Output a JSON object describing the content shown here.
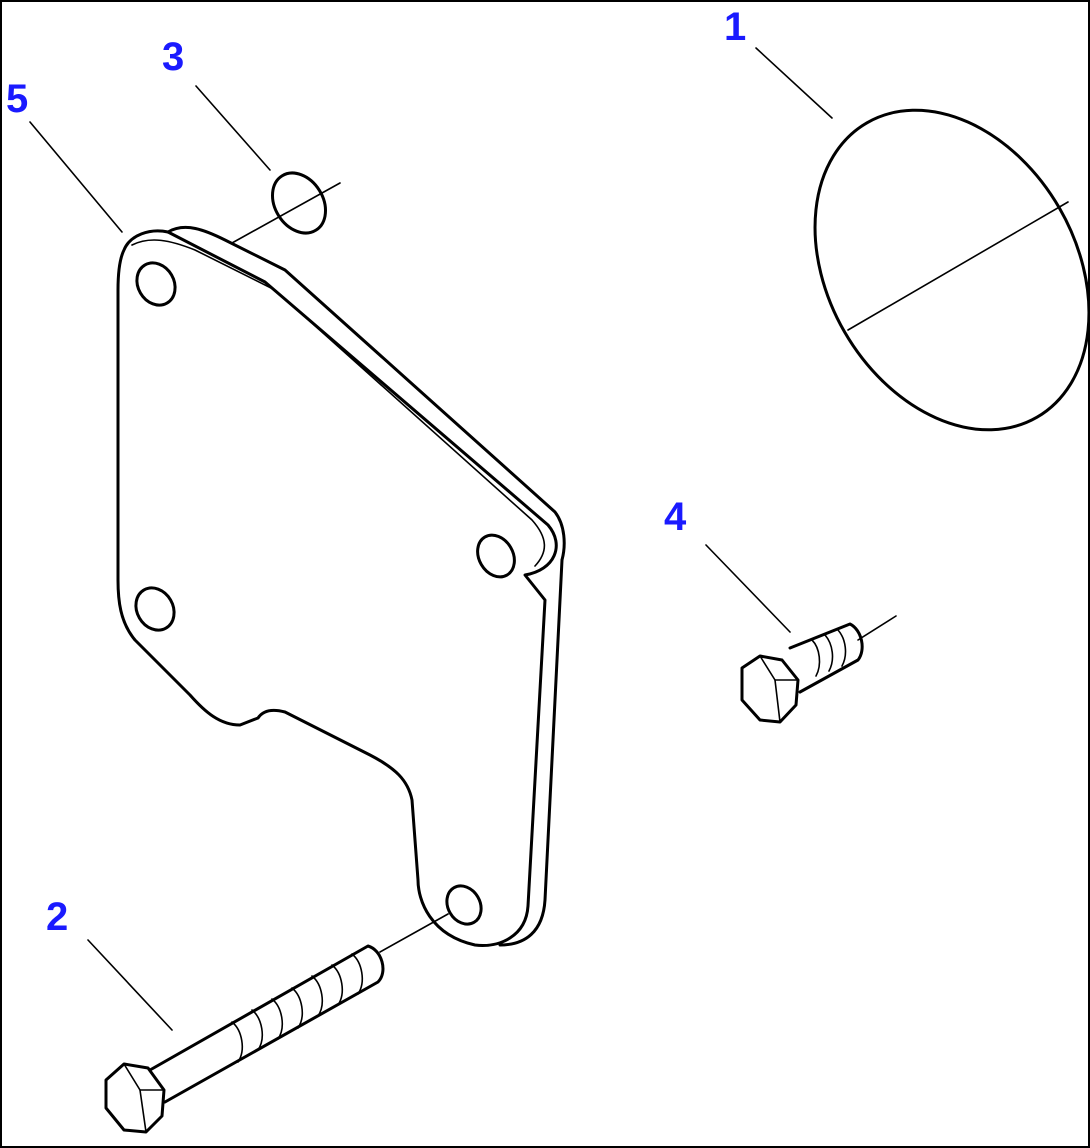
{
  "diagram": {
    "label_color": "#1a1aff",
    "line_color": "#000000",
    "background": "#ffffff",
    "parts": [
      {
        "id": "o-ring-large",
        "callout": "1"
      },
      {
        "id": "long-bolt",
        "callout": "2"
      },
      {
        "id": "small-o-ring",
        "callout": "3"
      },
      {
        "id": "short-bolt",
        "callout": "4"
      },
      {
        "id": "cover-plate",
        "callout": "5"
      }
    ]
  }
}
